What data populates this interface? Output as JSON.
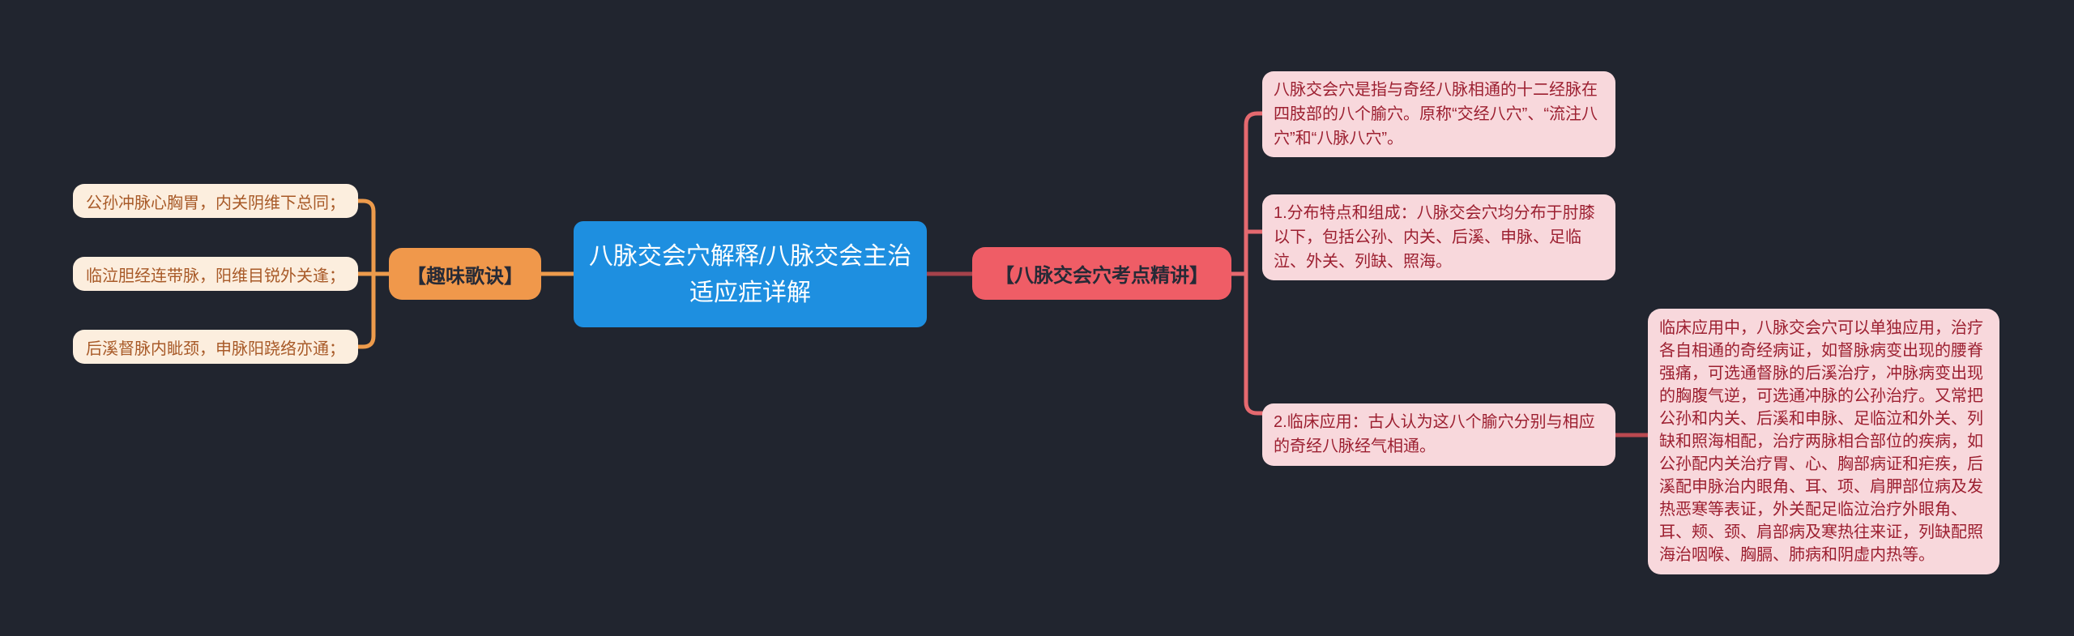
{
  "colors": {
    "background": "#21252f",
    "branch_left_line": "#ed9b4c",
    "branch_right_line": "#e5696f",
    "link_center_to_right": "#a5424b",
    "link_point_to_detail": "#bb4950",
    "center_node_bg": "#1e8fe0",
    "center_node_text": "#ffffff",
    "verse_label_bg": "#f0984b",
    "keypoints_label_bg": "#ef5d66",
    "label_text": "#262a36",
    "verse_node_bg": "#fceede",
    "verse_node_text": "#a85a28",
    "point_node_bg": "#f8d8dc",
    "point_node_text": "#9c1f30"
  },
  "center_node": {
    "title": "八脉交会穴解释/八脉交会主治适应症详解"
  },
  "left_branch": {
    "label": "【趣味歌诀】",
    "verses": [
      {
        "text": "公孙冲脉心胸胃，内关阴维下总同；"
      },
      {
        "text": "临泣胆经连带脉，阳维目锐外关逢；"
      },
      {
        "text": "后溪督脉内眦颈，申脉阳跷络亦通；"
      }
    ]
  },
  "right_branch": {
    "label": "【八脉交会穴考点精讲】",
    "points": [
      {
        "text": "八脉交会穴是指与奇经八脉相通的十二经脉在四肢部的八个腧穴。原称“交经八穴”、“流注八穴”和“八脉八穴”。"
      },
      {
        "text": "1.分布特点和组成：八脉交会穴均分布于肘膝以下，包括公孙、内关、后溪、申脉、足临泣、外关、列缺、照海。"
      },
      {
        "text": "2.临床应用：古人认为这八个腧穴分别与相应的奇经八脉经气相通。"
      }
    ],
    "clinical_detail": {
      "text": "临床应用中，八脉交会穴可以单独应用，治疗各自相通的奇经病证，如督脉病变出现的腰脊强痛，可选通督脉的后溪治疗，冲脉病变出现的胸腹气逆，可选通冲脉的公孙治疗。又常把公孙和内关、后溪和申脉、足临泣和外关、列缺和照海相配，治疗两脉相合部位的疾病，如公孙配内关治疗胃、心、胸部病证和疟疾，后溪配申脉治内眼角、耳、项、肩胛部位病及发热恶寒等表证，外关配足临泣治疗外眼角、耳、颊、颈、肩部病及寒热往来证，列缺配照海治咽喉、胸膈、肺病和阴虚内热等。"
    }
  }
}
